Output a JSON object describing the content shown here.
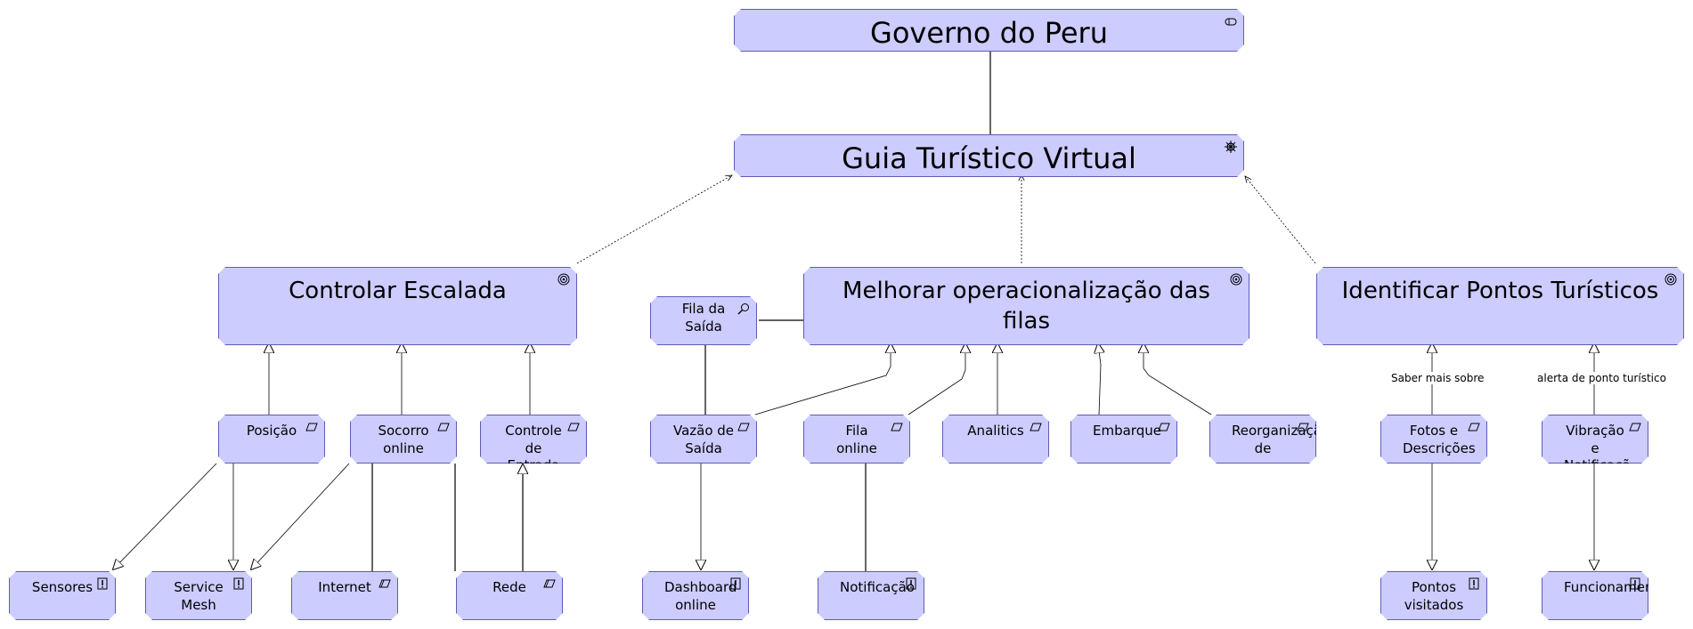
{
  "nodes": {
    "governo": "Governo do Peru",
    "guia": "Guia Turístico Virtual",
    "controlar": "Controlar Escalada",
    "melhorar": "Melhorar operacionalização das filas",
    "identificar": "Identificar Pontos Turísticos",
    "fila_saida": "Fila da Saída",
    "posicao": "Posição",
    "socorro": "Socorro online",
    "controle_entrada": "Controle de Entrada",
    "vazao": "Vazão de Saída",
    "fila_online": "Fila online",
    "analitics": "Analitics",
    "embarque": "Embarque",
    "reorganiz": "Reorganização de",
    "fotos": "Fotos e Descrições",
    "vibracao": "Vibração e Notificaçã",
    "sensores": "Sensores",
    "service_mesh": "Service Mesh",
    "internet": "Internet",
    "rede": "Rede",
    "dashboard": "Dashboard online",
    "notificacao": "Notificação",
    "pontos": "Pontos visitados",
    "funcionamento": "Funcionamento"
  },
  "edge_labels": {
    "saber": "Saber mais sobre",
    "alerta": "alerta de ponto turístico"
  },
  "icons": {
    "governo": "stakeholder-icon",
    "guia": "driver-icon",
    "goal": "goal-icon",
    "assessment": "assessment-icon",
    "requirement": "requirement-icon",
    "constraint": "constraint-icon",
    "principle": "principle-icon"
  },
  "colors": {
    "fill": "#ccccff",
    "border": "#5c5cb8"
  }
}
